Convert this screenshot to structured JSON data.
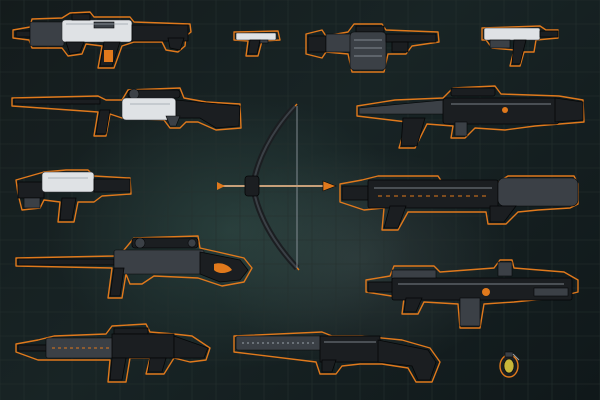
{
  "sheet": {
    "background": "#141b1c",
    "grid_color": "#26312f",
    "outline_color": "#e0791c",
    "dark_metal": "#1b1e21",
    "light_panel": "#dfe2e5"
  },
  "sprites": [
    {
      "id": "assault-rifle-light",
      "kind": "assault rifle"
    },
    {
      "id": "pistol",
      "kind": "pistol"
    },
    {
      "id": "grenade-launcher",
      "kind": "grenade launcher"
    },
    {
      "id": "smg-light",
      "kind": "submachine gun"
    },
    {
      "id": "sniper-rifle-light",
      "kind": "sniper rifle"
    },
    {
      "id": "bullpup-rifle",
      "kind": "bullpup rifle"
    },
    {
      "id": "compound-bow",
      "kind": "compound bow"
    },
    {
      "id": "compact-smg",
      "kind": "submachine gun"
    },
    {
      "id": "heavy-cannon",
      "kind": "heavy weapon"
    },
    {
      "id": "bolt-sniper",
      "kind": "sniper rifle"
    },
    {
      "id": "light-machine-gun",
      "kind": "machine gun"
    },
    {
      "id": "carbine",
      "kind": "assault rifle"
    },
    {
      "id": "shotgun",
      "kind": "shotgun"
    },
    {
      "id": "frag-grenade",
      "kind": "grenade"
    }
  ]
}
